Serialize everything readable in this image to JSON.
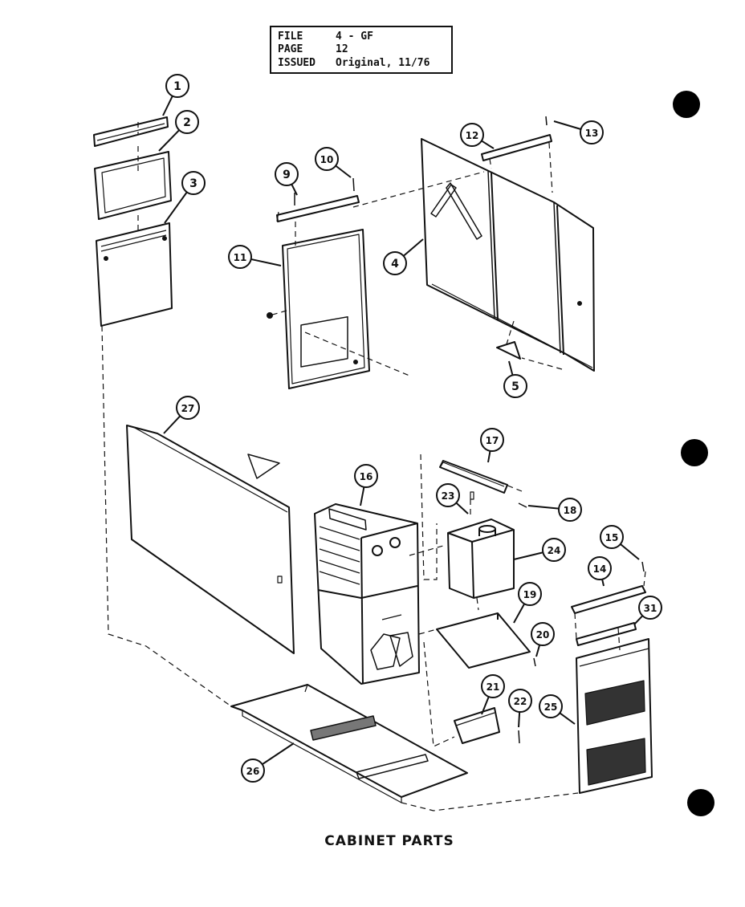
{
  "header": {
    "file_label": "FILE",
    "file_value": "4 - GF",
    "page_label": "PAGE",
    "page_value": "12",
    "issued_label": "ISSUED",
    "issued_value": "Original, 11/76"
  },
  "caption": "CABINET PARTS",
  "callouts": [
    "1",
    "2",
    "3",
    "4",
    "5",
    "9",
    "10",
    "11",
    "12",
    "13",
    "14",
    "15",
    "16",
    "17",
    "18",
    "19",
    "20",
    "21",
    "22",
    "23",
    "24",
    "25",
    "26",
    "27",
    "31"
  ]
}
